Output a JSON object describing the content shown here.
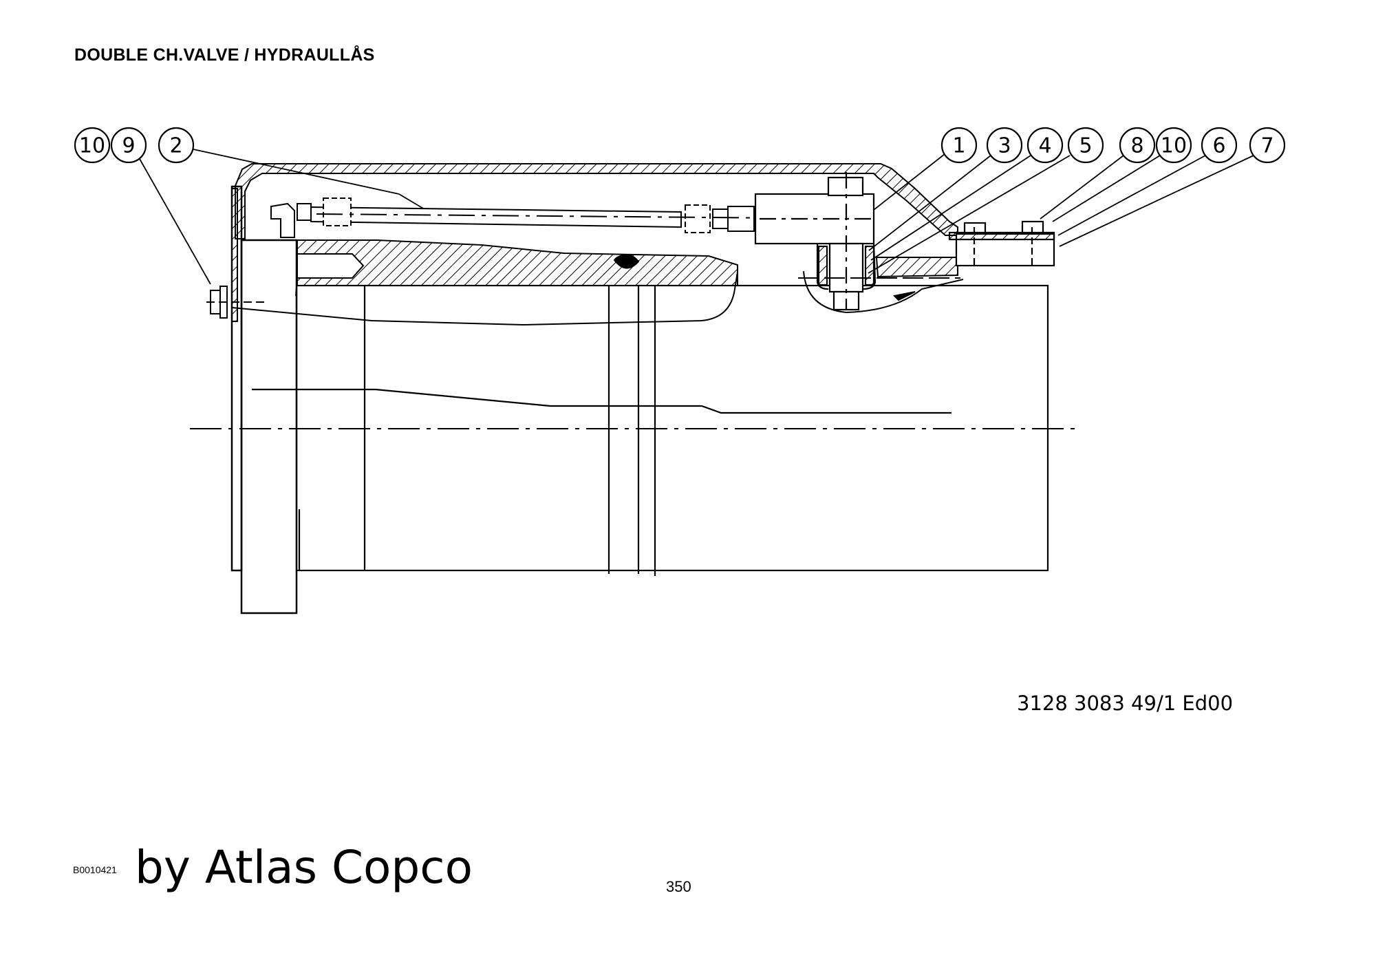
{
  "title": "DOUBLE CH.VALVE / HYDRAULLÅS",
  "callouts_left": [
    "10",
    "9",
    "2"
  ],
  "callouts_right": [
    "1",
    "3",
    "4",
    "5",
    "8",
    "10",
    "6",
    "7"
  ],
  "document_number": "3128 3083 49/1  Ed00",
  "footer": {
    "code": "B0010421",
    "brand": "by Atlas Copco",
    "page": "350"
  }
}
